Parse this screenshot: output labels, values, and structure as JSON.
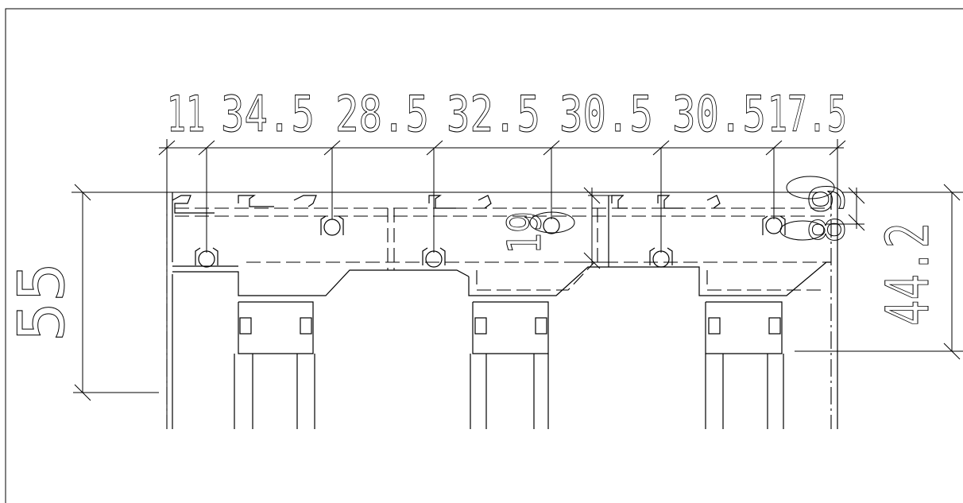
{
  "drawing": {
    "top_dimensions": [
      "11",
      "34.5",
      "28.5",
      "32.5",
      "30.5",
      "30.5",
      "17.5"
    ],
    "left_height": "55",
    "right_height": "44.2",
    "small_right_dim": "9",
    "small_right_dim_b": "8",
    "center_dim": "19"
  }
}
